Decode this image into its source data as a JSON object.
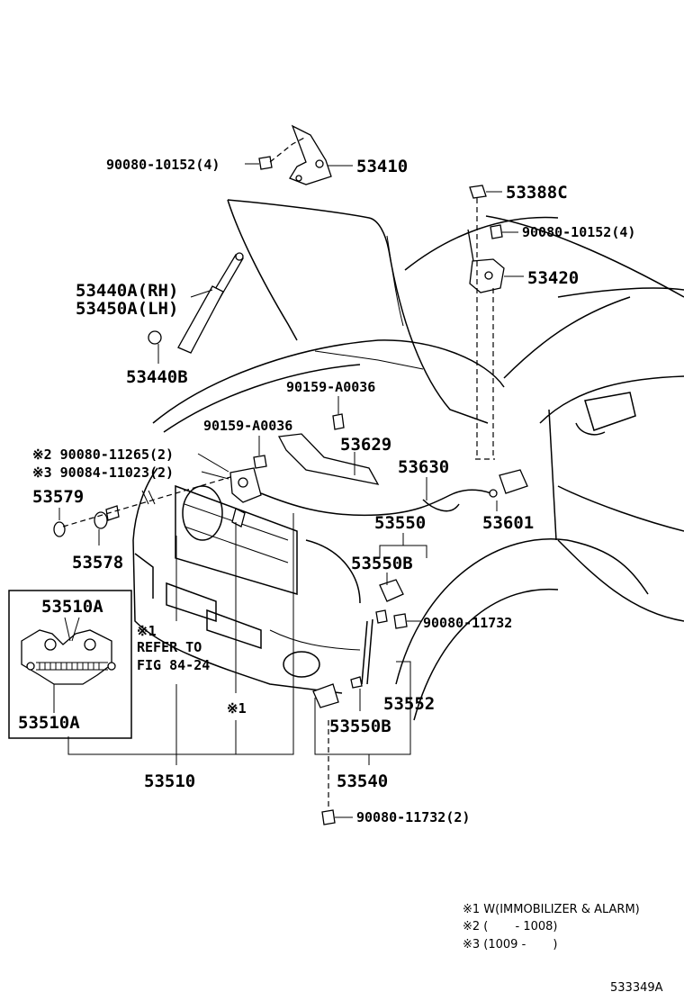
{
  "labels": {
    "p53410": "53410",
    "bolt_hinge_top": "90080-10152(4)",
    "p53388C": "53388C",
    "bolt_hinge_right": "90080-10152(4)",
    "p53420": "53420",
    "strut_rh": "53440A(RH)",
    "strut_lh": "53450A(LH)",
    "p53440B": "53440B",
    "clip_a": "90159-A0036",
    "clip_b": "90159-A0036",
    "p53629": "53629",
    "note2_part": "※2 90080-11265(2)",
    "note3_part": "※3 90084-11023(2)",
    "p53630": "53630",
    "p53579": "53579",
    "p53578": "53578",
    "p53550": "53550",
    "p53601": "53601",
    "p53550B_top": "53550B",
    "p53510A_top": "53510A",
    "refer_mark": "※1",
    "refer_line1": "REFER TO",
    "refer_line2": "FIG 84-24",
    "bolt_11732": "90080-11732",
    "p53510A_bottom": "53510A",
    "mark1": "※1",
    "p53552": "53552",
    "p53550B_bottom": "53550B",
    "p53510": "53510",
    "p53540": "53540",
    "bolt_11732_2": "90080-11732(2)",
    "footnote1": "※1 W(IMMOBILIZER & ALARM)",
    "footnote2": "※2 (　　 - 1008)",
    "footnote3": "※3 (1009 -　　 )",
    "figure_id": "533349A"
  }
}
